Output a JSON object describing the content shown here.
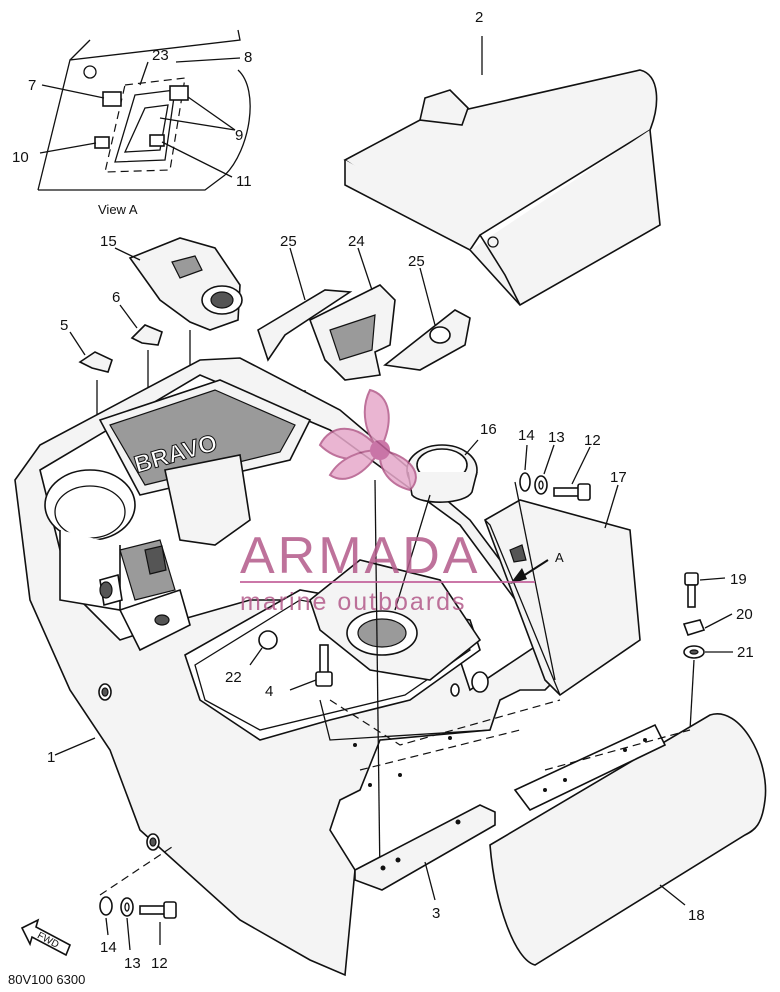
{
  "diagram": {
    "view_label": "View A",
    "view_marker": "A",
    "fwd_label": "FWD",
    "part_code": "80V100 6300",
    "watermark": {
      "brand": "ARMADA",
      "tagline": "marine outboards",
      "color": "#c2609a"
    },
    "callouts": {
      "c1": "1",
      "c2": "2",
      "c3": "3",
      "c4": "4",
      "c5": "5",
      "c6": "6",
      "c7": "7",
      "c8": "8",
      "c9": "9",
      "c10": "10",
      "c11": "11",
      "c12a": "12",
      "c12b": "12",
      "c13a": "13",
      "c13b": "13",
      "c14a": "14",
      "c14b": "14",
      "c15": "15",
      "c16": "16",
      "c17": "17",
      "c18": "18",
      "c19": "19",
      "c20": "20",
      "c21": "21",
      "c22": "22",
      "c23": "23",
      "c24": "24",
      "c25a": "25",
      "c25b": "25"
    }
  }
}
